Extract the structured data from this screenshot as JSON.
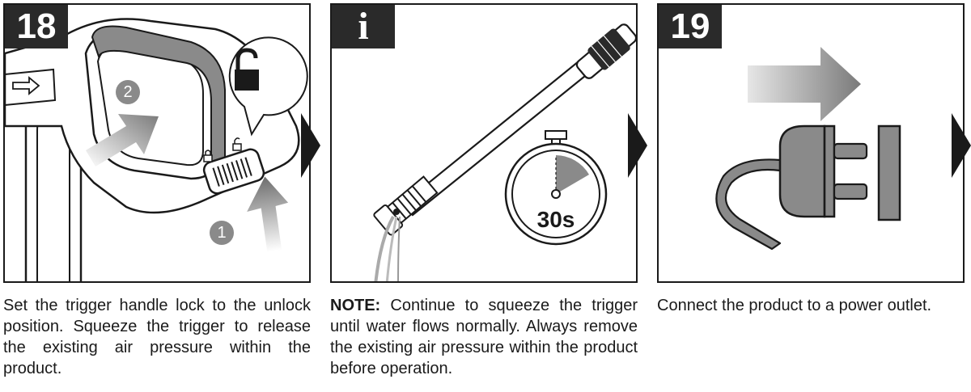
{
  "steps": [
    {
      "badge": "18",
      "callouts": [
        "2",
        "1"
      ],
      "icons": [
        "unlock-padlock-icon",
        "small-lock-icon",
        "small-unlock-icon",
        "push-arrow-icon"
      ],
      "caption": "Set the trigger handle lock to the unlock position. Squeeze the trigger to release the existing air pressure within the product."
    },
    {
      "badge": "i",
      "timer": "30s",
      "icons": [
        "stopwatch-icon",
        "spray-wand-illustration"
      ],
      "note_label": "NOTE:",
      "caption": " Continue to squeeze the trigger until water flows normally. Always remove the existing air pressure within the product before operation."
    },
    {
      "badge": "19",
      "icons": [
        "plug-icon",
        "socket-icon",
        "right-arrow-icon"
      ],
      "caption": "Connect the product to a power outlet."
    }
  ],
  "colors": {
    "badge_bg": "#2a2a2a",
    "outline": "#1a1a1a",
    "gray_fill": "#8a8a8a",
    "light_gray": "#cfcfcf"
  }
}
